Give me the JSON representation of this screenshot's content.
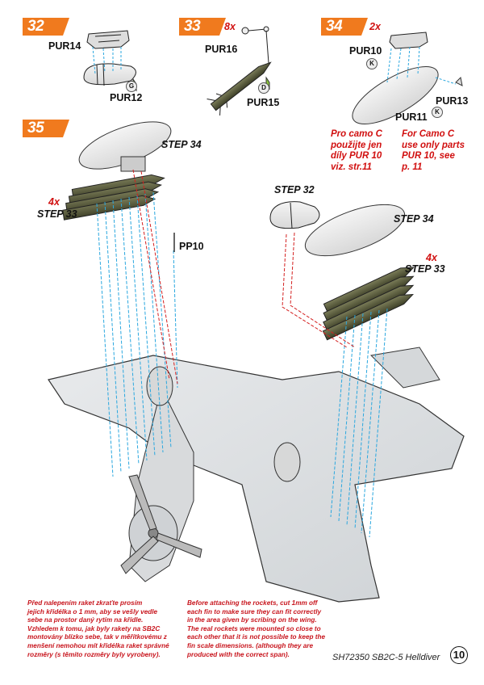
{
  "steps": {
    "s32": {
      "number": "32",
      "parts": [
        "PUR14",
        "PUR12"
      ],
      "badge": "G"
    },
    "s33": {
      "number": "33",
      "multiplier": "8x",
      "parts": [
        "PUR16",
        "PUR15"
      ],
      "badge": "D"
    },
    "s34": {
      "number": "34",
      "multiplier": "2x",
      "parts": [
        "PUR10",
        "PUR13",
        "PUR11"
      ],
      "badge_k1": "K",
      "badge_k2": "K",
      "note_cz": [
        "Pro camo C",
        "použijte jen",
        "díly PUR 10",
        "viz. str.11"
      ],
      "note_en": [
        "For Camo C",
        "use only parts",
        "PUR 10, see",
        "p. 11"
      ]
    },
    "s35": {
      "number": "35",
      "part": "PP10",
      "refs": {
        "step34_left": "STEP 34",
        "mult_left": "4x",
        "step33_left": "STEP 33",
        "step32": "STEP 32",
        "step34_right": "STEP 34",
        "mult_right": "4x",
        "step33_right": "STEP 33"
      }
    }
  },
  "notes": {
    "cz": [
      "Před nalepením raket zkraťte prosím",
      "jejich křidélka o 1 mm, aby se vešly vedle",
      "sebe na prostor daný rytím na křídle.",
      "Vzhledem k tomu, jak byly rakety na SB2C",
      "montovány blízko sebe, tak v měřítkovému z",
      "menšení nemohou mít křidélka raket správné",
      "rozměry (s těmito rozměry byly vyrobeny)."
    ],
    "en": [
      "Before attaching the rockets, cut 1mm off",
      "each fin to make sure they can fit correctly",
      "in the area given by scribing on the wing.",
      "The real rockets were mounted so close to",
      "each other that it is not possible to keep the",
      "fin scale dimensions. (although they are",
      "produced with the correct span)."
    ]
  },
  "footer": {
    "product": "SH72350 SB2C-5 Helldiver",
    "page": "10"
  },
  "colors": {
    "tab": "#f07a1e",
    "guide_blue": "#2aa7df",
    "guide_red": "#d42020",
    "rocket": "#4f5236",
    "note_red": "#d11010"
  }
}
